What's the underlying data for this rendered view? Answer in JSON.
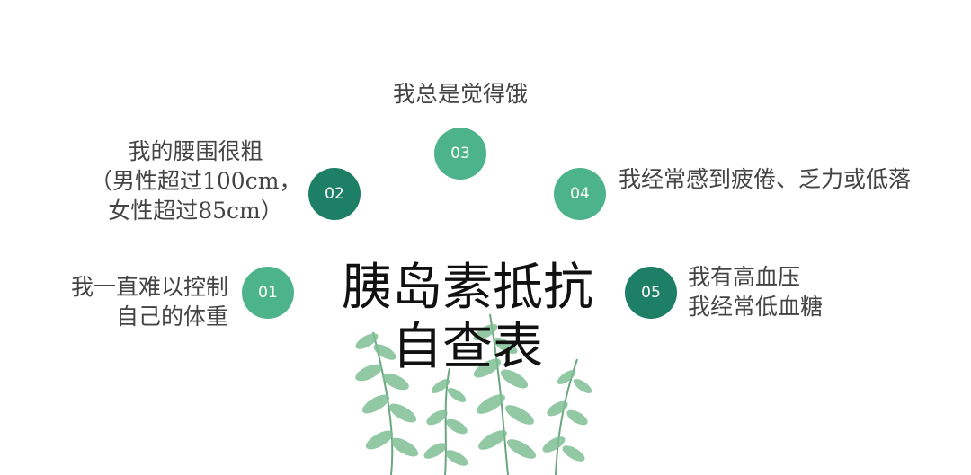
{
  "title": {
    "line1": "胰岛素抵抗",
    "line2": "自查表"
  },
  "items": [
    {
      "number": "01",
      "lines": [
        "我一直难以控制",
        "自己的体重"
      ]
    },
    {
      "number": "02",
      "lines": [
        "我的腰围很粗",
        "（男性超过100cm，",
        "女性超过85cm）"
      ]
    },
    {
      "number": "03",
      "lines": [
        "我总是觉得饿"
      ]
    },
    {
      "number": "04",
      "lines": [
        "我经常感到疲倦、乏力或低落"
      ]
    },
    {
      "number": "05",
      "lines": [
        "我有高血压",
        "我经常低血糖"
      ]
    }
  ],
  "colors": {
    "circle_light": "#4db38a",
    "circle_dark": "#1e7f67",
    "text": "#444444",
    "title": "#111111"
  }
}
